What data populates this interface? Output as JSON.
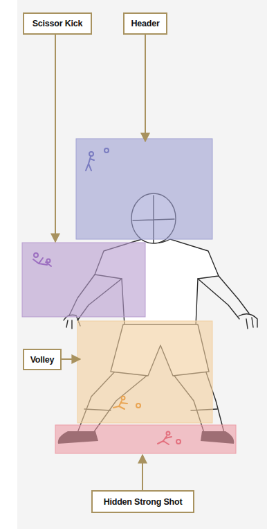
{
  "diagram": {
    "nodes": [
      {
        "text": [
          "Scissor Kick"
        ]
      },
      {
        "text": [
          "Header"
        ]
      },
      {
        "text": [
          "Volley"
        ]
      },
      {
        "text": [
          "Hidden Strong Shot"
        ]
      }
    ]
  }
}
